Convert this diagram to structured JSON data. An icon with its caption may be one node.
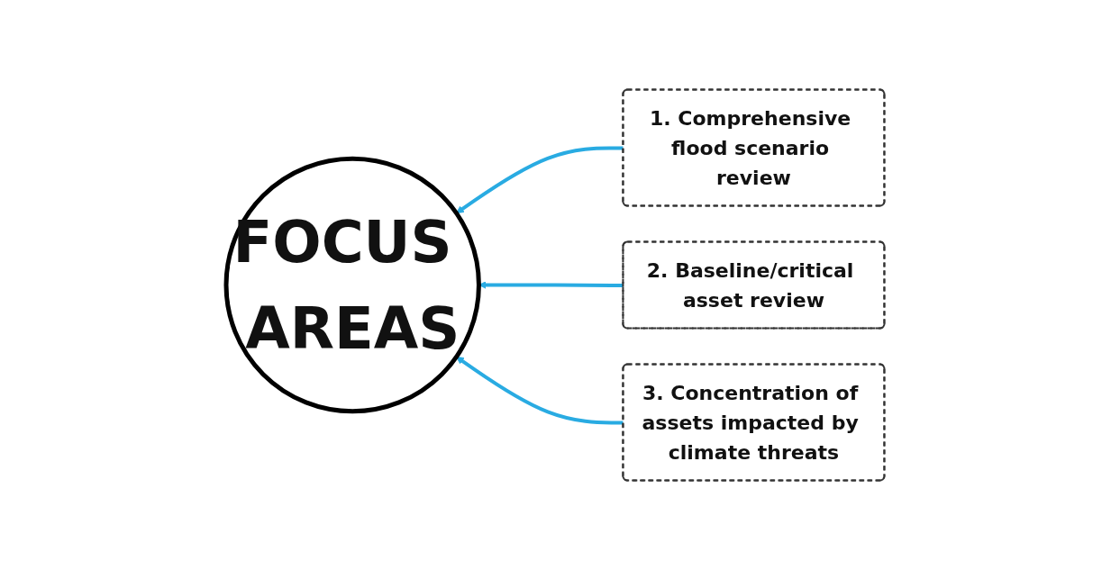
{
  "diagram": {
    "nodes": [
      {
        "text": [
          "FOCUS AREAS"
        ]
      },
      {
        "text": [
          "1. Comprehensive flood scenario review"
        ]
      },
      {
        "text": [
          "2. Baseline/critical asset review"
        ]
      },
      {
        "text": [
          "3. Concentration of assets impacted by climate threats"
        ]
      }
    ],
    "edges": [
      {
        "from": 1,
        "to": 0,
        "arrow": "to"
      },
      {
        "from": 2,
        "to": 0,
        "arrow": "to"
      },
      {
        "from": 3,
        "to": 0,
        "arrow": "to"
      }
    ]
  }
}
